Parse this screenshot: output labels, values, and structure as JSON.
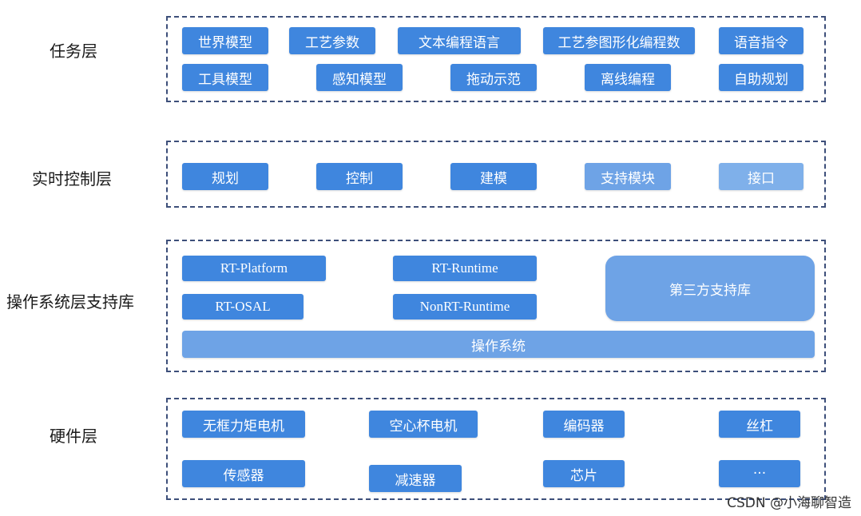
{
  "layers": {
    "task": {
      "label": "任务层",
      "row1": [
        "世界模型",
        "工艺参数",
        "文本编程语言",
        "工艺参图形化编程数",
        "语音指令"
      ],
      "row2": [
        "工具模型",
        "感知模型",
        "拖动示范",
        "离线编程",
        "自助规划"
      ]
    },
    "realtime": {
      "label": "实时控制层",
      "items": [
        "规划",
        "控制",
        "建模",
        "支持模块",
        "接口"
      ]
    },
    "os": {
      "label": "操作系统层支持库",
      "rt_platform": "RT-Platform",
      "rt_osal": "RT-OSAL",
      "rt_runtime": "RT-Runtime",
      "nonrt_runtime": "NonRT-Runtime",
      "third_party": "第三方支持库",
      "operating_system": "操作系统"
    },
    "hardware": {
      "label": "硬件层",
      "row1": [
        "无框力矩电机",
        "空心杯电机",
        "编码器",
        "丝杠"
      ],
      "row2": [
        "传感器",
        "减速器",
        "芯片",
        "···"
      ]
    }
  },
  "watermark": "CSDN @小海聊智造",
  "colors": {
    "box": "#3f86de",
    "box_light": "#6ea3e6",
    "frame": "#3d4f7a"
  }
}
